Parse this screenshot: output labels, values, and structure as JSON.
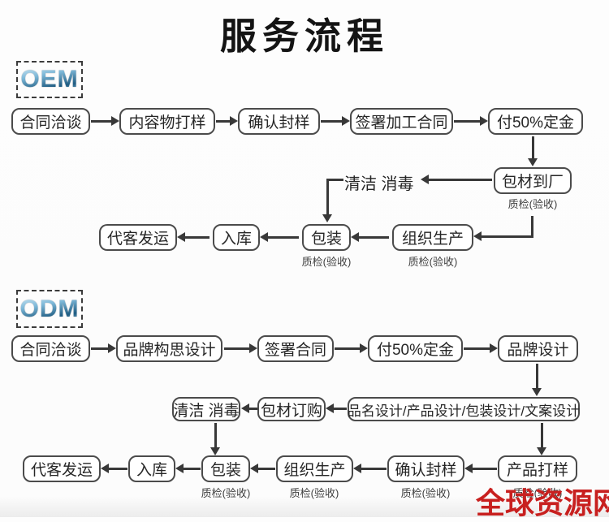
{
  "title": "服务流程",
  "watermark": "全球资源网",
  "qc": "质检(验收)",
  "colors": {
    "watermark_red": "#c8201f",
    "line_gray": "#383838",
    "node_border_gray": "#4b4b4b",
    "stage_label_blue": "#2f6f96"
  },
  "oem": {
    "label": "OEM",
    "row1": [
      "合同洽谈",
      "内容物打样",
      "确认封样",
      "签署加工合同",
      "付50%定金"
    ],
    "packaging_material_arrival": "包材到厂",
    "clean_disinfect": "清洁 消毒",
    "row3": [
      "代客发运",
      "入库",
      "包装",
      "组织生产"
    ]
  },
  "odm": {
    "label": "ODM",
    "row1": [
      "合同洽谈",
      "品牌构思设计",
      "签署合同",
      "付50%定金",
      "品牌设计"
    ],
    "design_combo": "品名设计/产品设计/包装设计/文案设计",
    "packaging_material_order": "包材订购",
    "clean_disinfect": "清洁 消毒",
    "row3": [
      "代客发运",
      "入库",
      "包装",
      "组织生产",
      "确认封样",
      "产品打样"
    ]
  }
}
